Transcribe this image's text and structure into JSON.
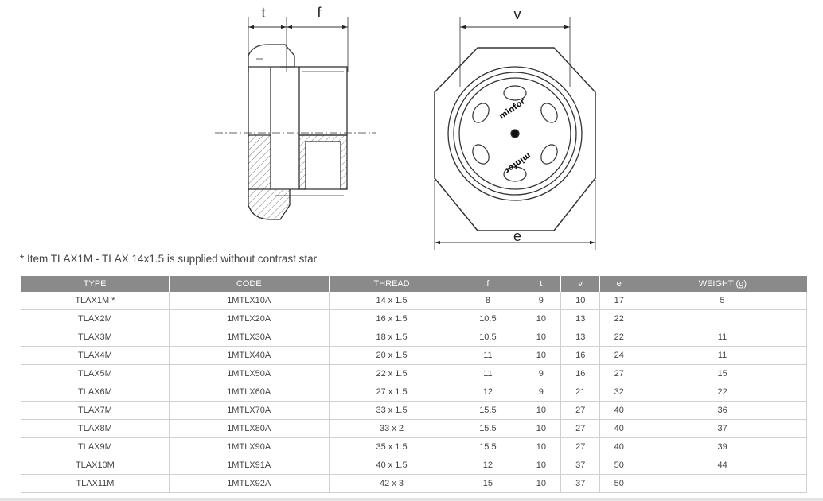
{
  "drawing": {
    "labels": {
      "t": "t",
      "f": "f",
      "v": "v",
      "e": "e"
    },
    "brand_mark": "minfor"
  },
  "note": "* Item TLAX1M - TLAX 14x1.5 is supplied without contrast star",
  "table": {
    "headers": [
      "TYPE",
      "CODE",
      "THREAD",
      "f",
      "t",
      "v",
      "e",
      "WEIGHT (g)"
    ],
    "rows": [
      [
        "TLAX1M *",
        "1MTLX10A",
        "14 x 1.5",
        "8",
        "9",
        "10",
        "17",
        "5"
      ],
      [
        "TLAX2M",
        "1MTLX20A",
        "16 x 1.5",
        "10.5",
        "10",
        "13",
        "22",
        ""
      ],
      [
        "TLAX3M",
        "1MTLX30A",
        "18 x 1.5",
        "10.5",
        "10",
        "13",
        "22",
        "11"
      ],
      [
        "TLAX4M",
        "1MTLX40A",
        "20 x 1.5",
        "11",
        "10",
        "16",
        "24",
        "11"
      ],
      [
        "TLAX5M",
        "1MTLX50A",
        "22 x 1.5",
        "11",
        "9",
        "16",
        "27",
        "15"
      ],
      [
        "TLAX6M",
        "1MTLX60A",
        "27 x 1.5",
        "12",
        "9",
        "21",
        "32",
        "22"
      ],
      [
        "TLAX7M",
        "1MTLX70A",
        "33 x 1.5",
        "15.5",
        "10",
        "27",
        "40",
        "36"
      ],
      [
        "TLAX8M",
        "1MTLX80A",
        "33 x 2",
        "15.5",
        "10",
        "27",
        "40",
        "37"
      ],
      [
        "TLAX9M",
        "1MTLX90A",
        "35 x 1.5",
        "15.5",
        "10",
        "27",
        "40",
        "39"
      ],
      [
        "TLAX10M",
        "1MTLX91A",
        "40 x 1.5",
        "12",
        "10",
        "37",
        "50",
        "44"
      ],
      [
        "TLAX11M",
        "1MTLX92A",
        "42 x 3",
        "15",
        "10",
        "37",
        "50",
        ""
      ]
    ]
  }
}
